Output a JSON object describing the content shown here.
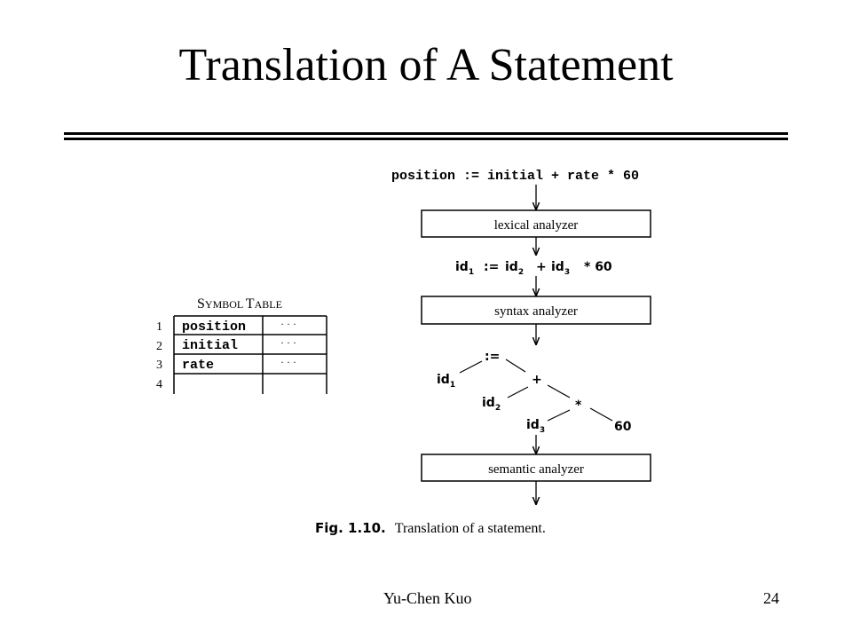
{
  "slide": {
    "title": "Translation of A Statement",
    "footer_left": "Yu-Chen Kuo",
    "page_number": "24"
  },
  "figure": {
    "source_statement": "position := initial + rate * 60",
    "stages": [
      "lexical analyzer",
      "syntax analyzer",
      "semantic analyzer"
    ],
    "token_stream": {
      "id": "id",
      "sub1": "1",
      "assign": ":=",
      "sub2": "2",
      "plus": "+",
      "sub3": "3",
      "times_const": "* 60"
    },
    "syntax_tree": {
      "root": ":=",
      "plus": "+",
      "times": "*",
      "id_label": "id",
      "id1_sub": "1",
      "id2_sub": "2",
      "id3_sub": "3",
      "const": "60"
    },
    "caption_label": "Fig. 1.10.",
    "caption_text": "Translation of a statement."
  },
  "symbol_table": {
    "title_big_s": "S",
    "title_small_1": "YMBOL ",
    "title_big_t": "T",
    "title_small_2": "ABLE",
    "rows": [
      {
        "index": "1",
        "name": "position",
        "attrs": "· · ·"
      },
      {
        "index": "2",
        "name": "initial",
        "attrs": "· · ·"
      },
      {
        "index": "3",
        "name": "rate",
        "attrs": "· · ·"
      },
      {
        "index": "4",
        "name": "",
        "attrs": ""
      }
    ]
  }
}
